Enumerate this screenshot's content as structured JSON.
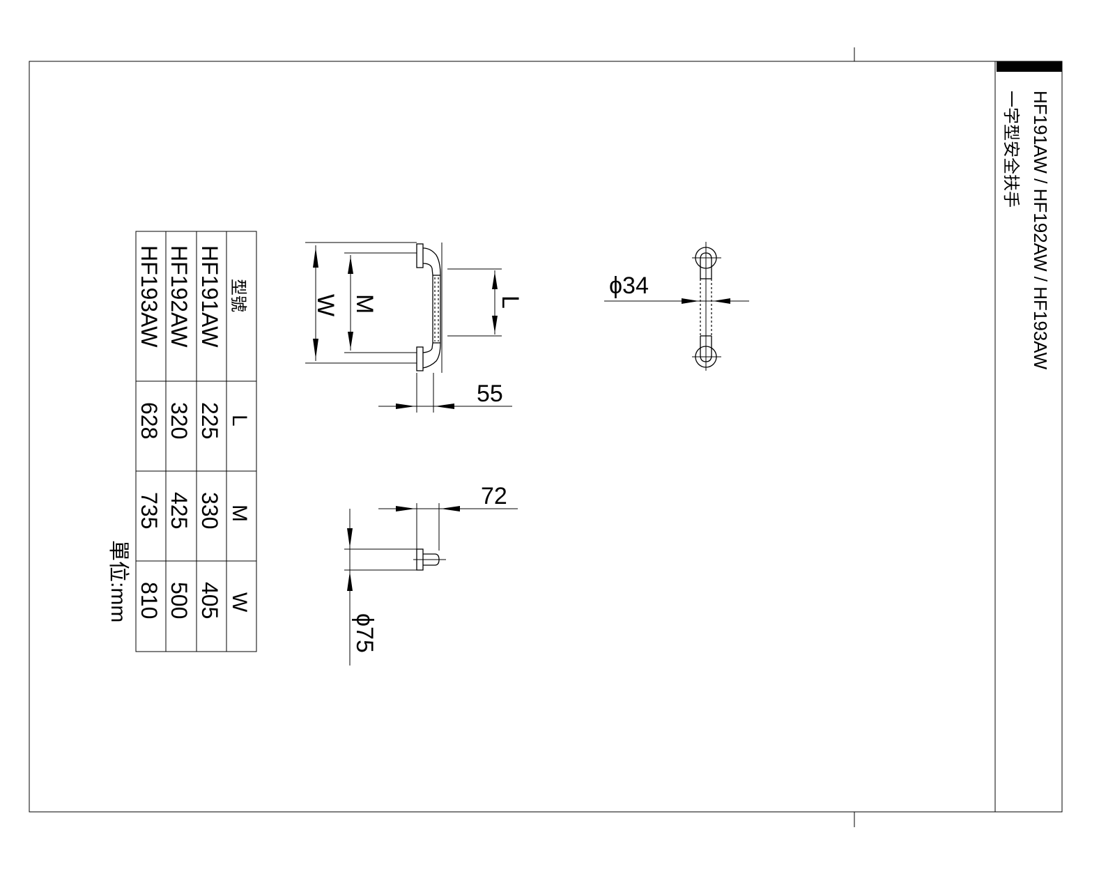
{
  "title": {
    "models": "HF191AW / HF192AW / HF193AW",
    "name": "一字型安全扶手"
  },
  "table": {
    "headers": [
      "型號",
      "L",
      "M",
      "W"
    ],
    "rows": [
      [
        "HF191AW",
        "225",
        "330",
        "405"
      ],
      [
        "HF192AW",
        "320",
        "425",
        "500"
      ],
      [
        "HF193AW",
        "628",
        "735",
        "810"
      ]
    ],
    "unit": "單位:mm"
  },
  "dimensions": {
    "W": "W",
    "M": "M",
    "L": "L",
    "depth": "55",
    "diameter_bar": "ϕ34",
    "flange_depth": "72",
    "flange_diameter": "ϕ75"
  }
}
